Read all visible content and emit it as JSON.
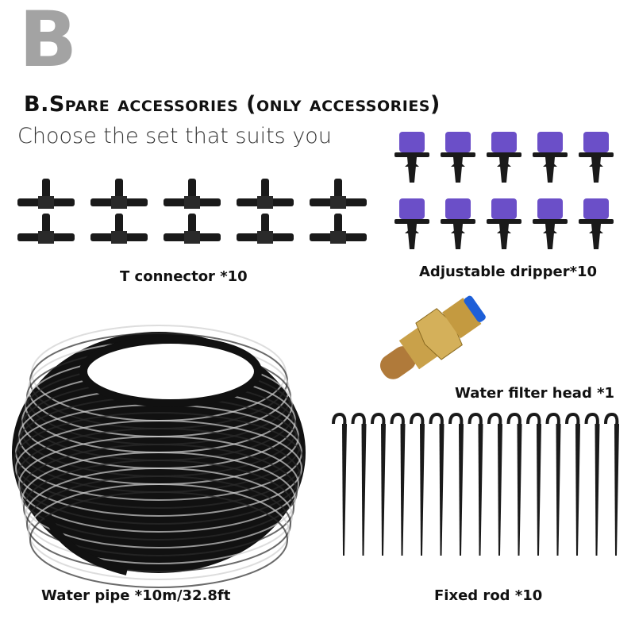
{
  "header": {
    "variant_letter": "B",
    "title": "B.Spare accessories (only accessories)",
    "subtitle": "Choose the set that suits you"
  },
  "items": {
    "t_connector": "T connector *10",
    "dripper": "Adjustable dripper*10",
    "filter": "Water filter head *1",
    "pipe": "Water pipe *10m/32.8ft",
    "rod": "Fixed rod *10"
  },
  "colors": {
    "letter": "#a3a3a3",
    "dripper_purple": "#6b4fc8",
    "brass": "#b8923a",
    "filter_blue": "#1e5fd8",
    "black": "#1a1a1a"
  }
}
